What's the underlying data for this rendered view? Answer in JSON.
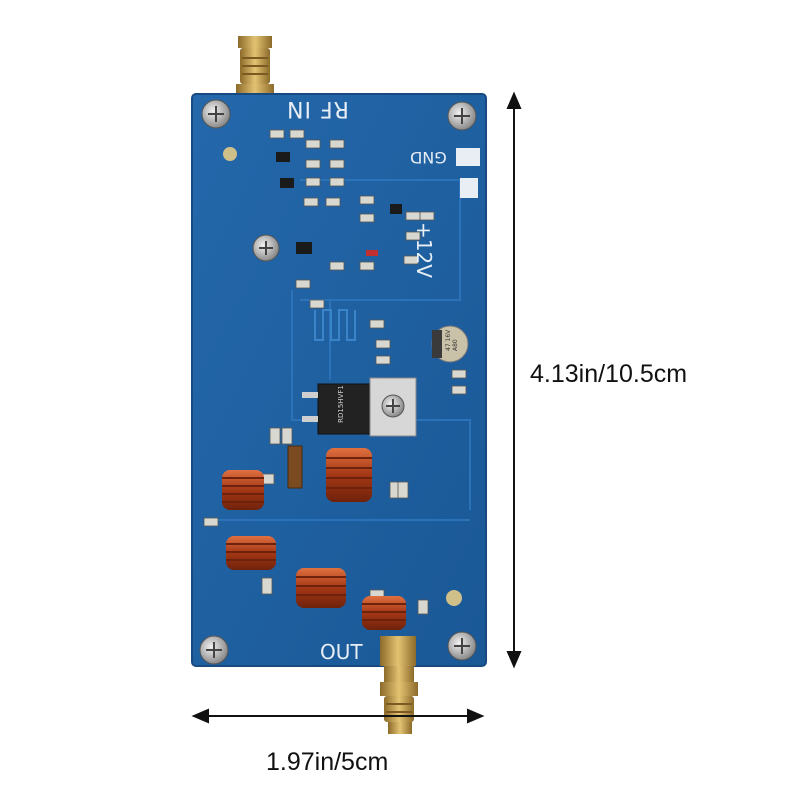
{
  "board": {
    "label_rf_in": "RF IN",
    "label_gnd": "GND",
    "label_12v": "+12V",
    "label_out": "OUT",
    "capacitor_marking": "47 16V A80",
    "transistor_marking": "RD15HVF1"
  },
  "dimensions": {
    "height_label": "4.13in/10.5cm",
    "width_label": "1.97in/5cm"
  },
  "colors": {
    "pcb": "#1d5fa0",
    "pcb_edge": "#174f87",
    "coil": "#b8401f",
    "connector": "#c9a14a",
    "background": "#ffffff"
  }
}
